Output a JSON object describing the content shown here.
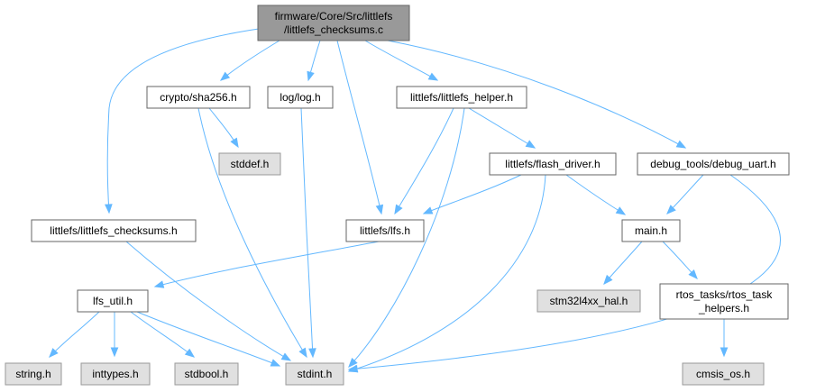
{
  "colors": {
    "root_fill": "#999999",
    "root_border": "#666666",
    "normal_fill": "#ffffff",
    "normal_border": "#666666",
    "external_fill": "#e0e0e0",
    "external_border": "#999999",
    "edge": "#63b8ff"
  },
  "nodes": [
    {
      "id": "root",
      "kind": "root",
      "lines": [
        "firmware/Core/Src/littlefs",
        "/littlefs_checksums.c"
      ]
    },
    {
      "id": "sha256",
      "kind": "normal",
      "lines": [
        "crypto/sha256.h"
      ]
    },
    {
      "id": "log",
      "kind": "normal",
      "lines": [
        "log/log.h"
      ]
    },
    {
      "id": "helper",
      "kind": "normal",
      "lines": [
        "littlefs/littlefs_helper.h"
      ]
    },
    {
      "id": "debug_uart",
      "kind": "normal",
      "lines": [
        "debug_tools/debug_uart.h"
      ]
    },
    {
      "id": "stddef",
      "kind": "external",
      "lines": [
        "stddef.h"
      ]
    },
    {
      "id": "flash_driver",
      "kind": "normal",
      "lines": [
        "littlefs/flash_driver.h"
      ]
    },
    {
      "id": "checksums_h",
      "kind": "normal",
      "lines": [
        "littlefs/littlefs_checksums.h"
      ]
    },
    {
      "id": "lfs",
      "kind": "normal",
      "lines": [
        "littlefs/lfs.h"
      ]
    },
    {
      "id": "main",
      "kind": "normal",
      "lines": [
        "main.h"
      ]
    },
    {
      "id": "lfs_util",
      "kind": "normal",
      "lines": [
        "lfs_util.h"
      ]
    },
    {
      "id": "stm32",
      "kind": "external",
      "lines": [
        "stm32l4xx_hal.h"
      ]
    },
    {
      "id": "rtos",
      "kind": "normal",
      "lines": [
        "rtos_tasks/rtos_task",
        "_helpers.h"
      ]
    },
    {
      "id": "string",
      "kind": "external",
      "lines": [
        "string.h"
      ]
    },
    {
      "id": "inttypes",
      "kind": "external",
      "lines": [
        "inttypes.h"
      ]
    },
    {
      "id": "stdbool",
      "kind": "external",
      "lines": [
        "stdbool.h"
      ]
    },
    {
      "id": "stdint",
      "kind": "external",
      "lines": [
        "stdint.h"
      ]
    },
    {
      "id": "cmsis",
      "kind": "external",
      "lines": [
        "cmsis_os.h"
      ]
    }
  ],
  "edges": [
    {
      "from": "root",
      "to": "checksums_h"
    },
    {
      "from": "root",
      "to": "sha256"
    },
    {
      "from": "root",
      "to": "log"
    },
    {
      "from": "root",
      "to": "lfs"
    },
    {
      "from": "root",
      "to": "helper"
    },
    {
      "from": "root",
      "to": "debug_uart"
    },
    {
      "from": "sha256",
      "to": "stddef"
    },
    {
      "from": "sha256",
      "to": "stdint"
    },
    {
      "from": "log",
      "to": "stdint"
    },
    {
      "from": "helper",
      "to": "lfs"
    },
    {
      "from": "helper",
      "to": "flash_driver"
    },
    {
      "from": "helper",
      "to": "stdint"
    },
    {
      "from": "debug_uart",
      "to": "main"
    },
    {
      "from": "debug_uart",
      "to": "stdint"
    },
    {
      "from": "flash_driver",
      "to": "lfs"
    },
    {
      "from": "flash_driver",
      "to": "main"
    },
    {
      "from": "flash_driver",
      "to": "stdint"
    },
    {
      "from": "checksums_h",
      "to": "stdint"
    },
    {
      "from": "lfs",
      "to": "lfs_util"
    },
    {
      "from": "main",
      "to": "stm32"
    },
    {
      "from": "main",
      "to": "rtos"
    },
    {
      "from": "lfs_util",
      "to": "string"
    },
    {
      "from": "lfs_util",
      "to": "inttypes"
    },
    {
      "from": "lfs_util",
      "to": "stdbool"
    },
    {
      "from": "lfs_util",
      "to": "stdint"
    },
    {
      "from": "rtos",
      "to": "cmsis"
    }
  ]
}
